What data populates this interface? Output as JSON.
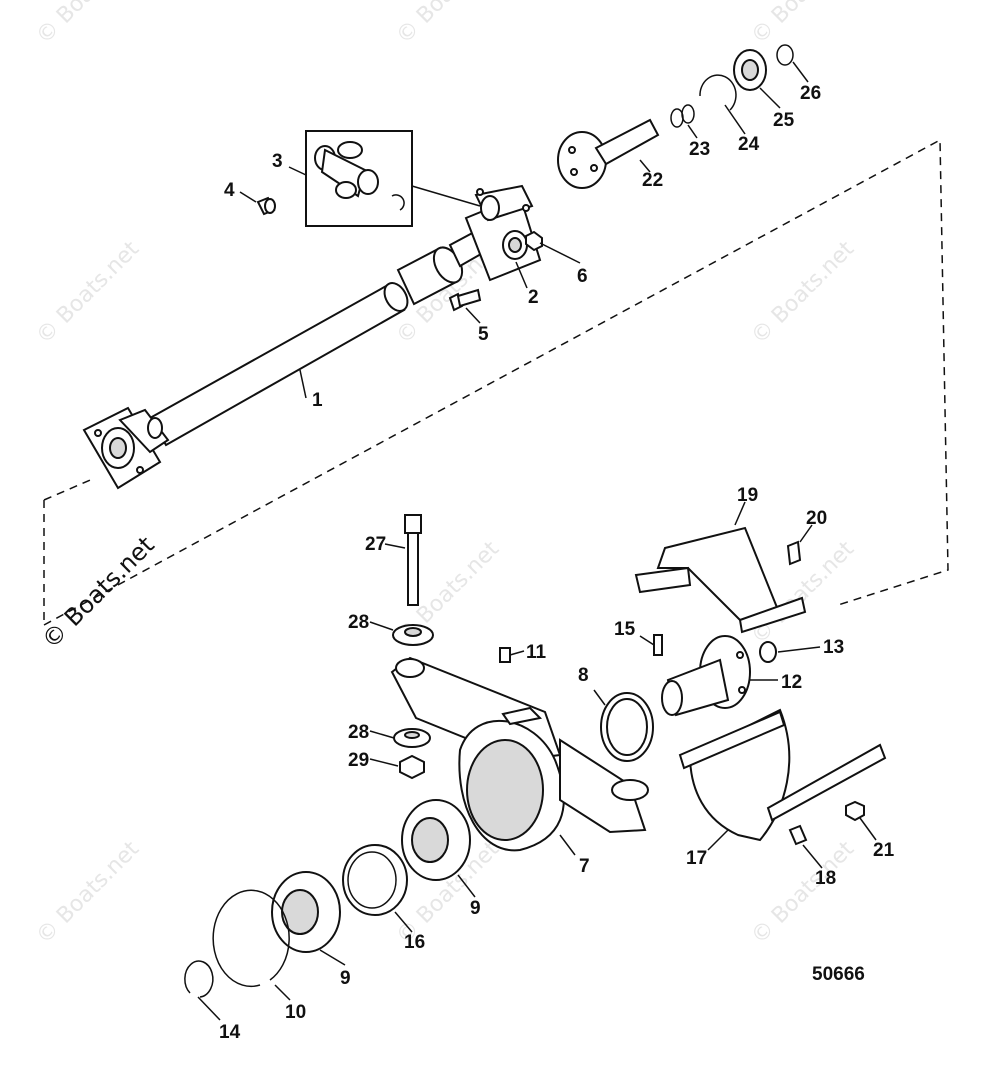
{
  "diagram": {
    "callouts": [
      "1",
      "2",
      "3",
      "4",
      "5",
      "6",
      "7",
      "8",
      "9",
      "9",
      "10",
      "11",
      "12",
      "13",
      "14",
      "15",
      "16",
      "17",
      "18",
      "19",
      "20",
      "21",
      "22",
      "23",
      "24",
      "25",
      "26",
      "27",
      "28",
      "28",
      "29"
    ],
    "figure_number": "50666",
    "watermark_text": "© Boats.net",
    "colors": {
      "line": "#111111",
      "fill": "#ffffff",
      "shade": "#d9d9d9",
      "watermark": "#e6e6e6"
    }
  }
}
